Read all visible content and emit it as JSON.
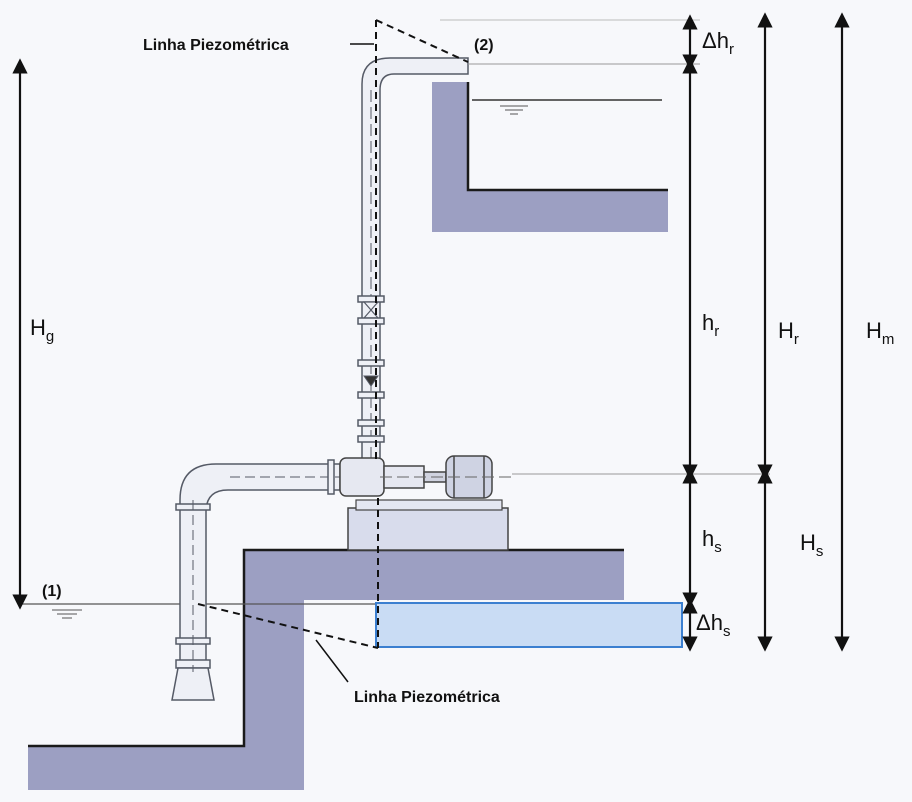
{
  "labels": {
    "piezo_top": "Linha Piezométrica",
    "piezo_bottom": "Linha Piezométrica",
    "point_1": "(1)",
    "point_2": "(2)"
  },
  "dimensions": {
    "hg": {
      "main": "H",
      "sub": "g"
    },
    "dhr": {
      "main": "Δh",
      "sub": "r"
    },
    "hr": {
      "main": "h",
      "sub": "r"
    },
    "Hr": {
      "main": "H",
      "sub": "r"
    },
    "Hm": {
      "main": "H",
      "sub": "m"
    },
    "hs": {
      "main": "h",
      "sub": "s"
    },
    "Hs": {
      "main": "H",
      "sub": "s"
    },
    "dhs": {
      "main": "Δh",
      "sub": "s"
    }
  },
  "colors": {
    "ground": "#9c9fc2",
    "ground_edge": "#1a1a1a",
    "pipe_fill": "#eef0f6",
    "pipe_stroke": "#555a66",
    "water_line": "#222",
    "highlight_fill": "#c9dcf4",
    "highlight_stroke": "#3b7fd0",
    "pump_base": "#d8dcec"
  }
}
